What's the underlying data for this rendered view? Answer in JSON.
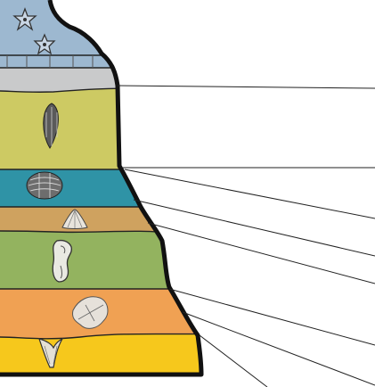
{
  "diagram": {
    "layers": [
      {
        "name": "top-layer",
        "color": "#9db8d0",
        "fossil": "starfish-fossil"
      },
      {
        "name": "brick-layer",
        "color": "#9db8d0",
        "fossil": "none"
      },
      {
        "name": "gray-layer",
        "color": "#c9cacb",
        "fossil": "none"
      },
      {
        "name": "khaki-layer",
        "color": "#cdca63",
        "fossil": "feather-fern-fossil"
      },
      {
        "name": "teal-layer",
        "color": "#2f93a6",
        "fossil": "trilobite-fossil"
      },
      {
        "name": "tan-layer",
        "color": "#cfa25f",
        "fossil": "clam-shell-fossil"
      },
      {
        "name": "green-layer",
        "color": "#93b35f",
        "fossil": "ammonite-fossil"
      },
      {
        "name": "orange-layer",
        "color": "#f0a153",
        "fossil": "leaf-fossil"
      },
      {
        "name": "yellow-layer",
        "color": "#f6c81c",
        "fossil": "horn-coral-fossil"
      }
    ],
    "outline_color": "#111111",
    "leader_line_color": "#222222"
  }
}
